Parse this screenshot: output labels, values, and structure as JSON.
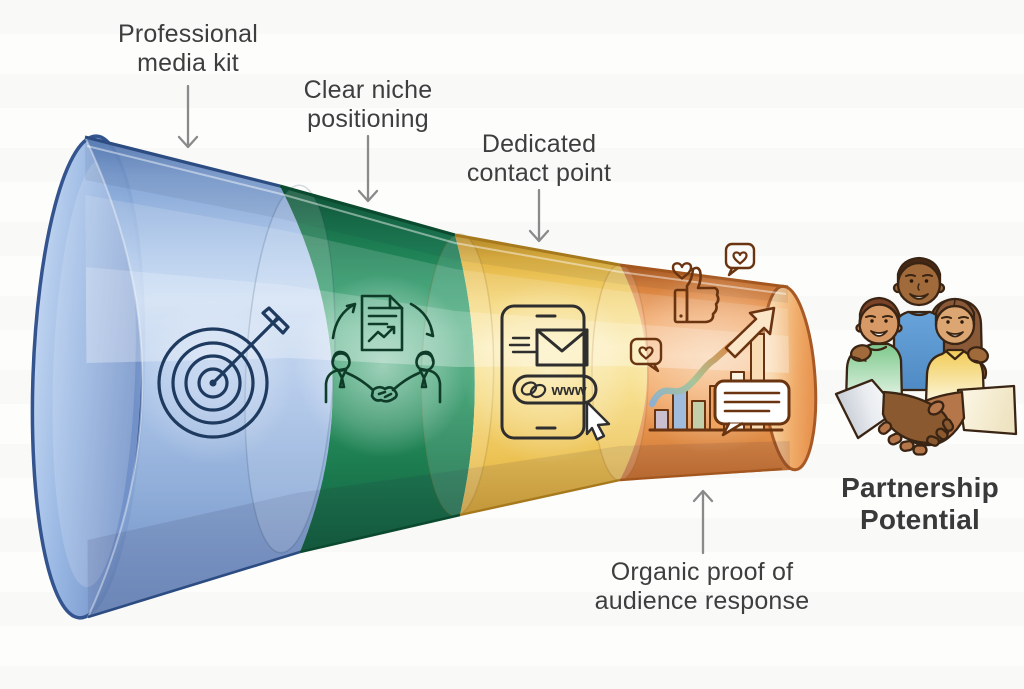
{
  "diagram": {
    "type": "horizontal-funnel",
    "description": "Four-stage funnel leading to partnership potential",
    "text_color": "#3e3e3e",
    "arrow_color": "#8a8a8a",
    "stages": [
      {
        "name": "media-kit",
        "label_line1": "Professional",
        "label_line2": "media kit",
        "color": "#8fb0dc",
        "pointer": "down",
        "icon": "target-arrow-icon"
      },
      {
        "name": "niche-positioning",
        "label_line1": "Clear niche",
        "label_line2": "positioning",
        "color": "#1e7d52",
        "pointer": "down",
        "icon": "handshake-deal-icon"
      },
      {
        "name": "contact-point",
        "label_line1": "Dedicated",
        "label_line2": "contact point",
        "color": "#f3cf63",
        "pointer": "down",
        "icon": "phone-link-icon",
        "icon_text": "www"
      },
      {
        "name": "audience-proof",
        "label_line1": "Organic proof of",
        "label_line2": "audience response",
        "color": "#ee9c55",
        "pointer": "up",
        "icon": "engagement-growth-icon"
      }
    ],
    "result": {
      "name": "partnership-potential",
      "label_line1": "Partnership",
      "label_line2": "Potential",
      "icon": "team-handshake-illustration"
    }
  }
}
